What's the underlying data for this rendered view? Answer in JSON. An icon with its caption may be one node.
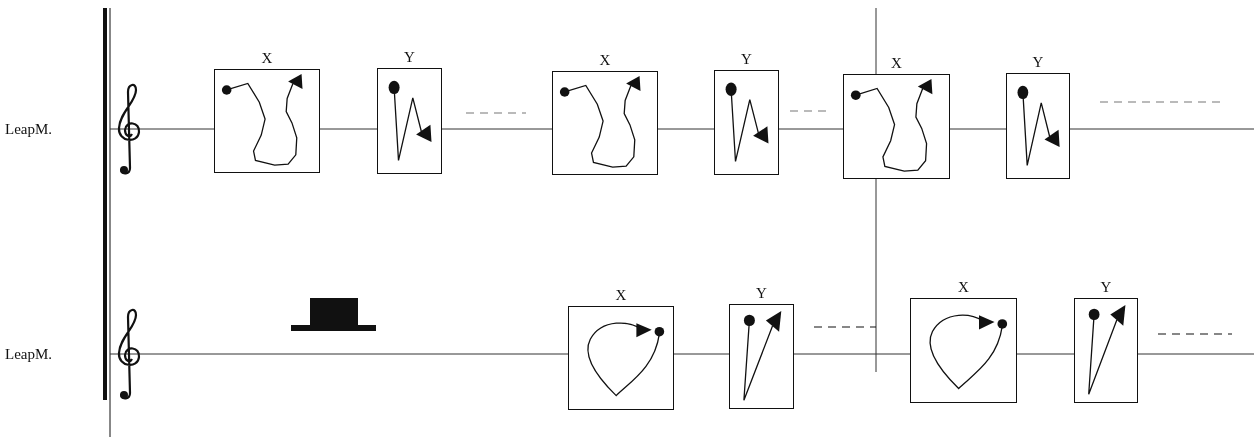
{
  "diagram": {
    "nodes": [
      {
        "text": [
          "X"
        ]
      },
      {
        "text": [
          "Y"
        ]
      },
      {
        "text": [
          "X"
        ]
      },
      {
        "text": [
          "Y"
        ]
      },
      {
        "text": [
          "X"
        ]
      },
      {
        "text": [
          "Y"
        ]
      },
      {
        "text": [
          "X"
        ]
      },
      {
        "text": [
          "Y"
        ]
      },
      {
        "text": [
          "X"
        ]
      },
      {
        "text": [
          "Y"
        ]
      }
    ],
    "labels": [
      "LeapM.",
      "LeapM."
    ]
  }
}
